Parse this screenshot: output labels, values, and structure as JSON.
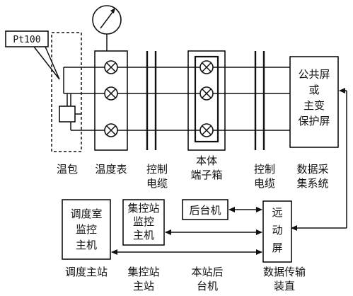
{
  "sensor": {
    "callout": "Pt100",
    "caption": "温包"
  },
  "meter": {
    "caption": "温度表"
  },
  "cable_left": {
    "caption_line1": "控制",
    "caption_line2": "电缆"
  },
  "terminal_box": {
    "caption_line1": "本体",
    "caption_line2": "端子箱"
  },
  "cable_right": {
    "caption_line1": "控制",
    "caption_line2": "电缆"
  },
  "protection_panel": {
    "line1": "公共屏",
    "line2": "或",
    "line3": "主变",
    "line4": "保护屏"
  },
  "data_acquisition": {
    "caption_line1": "数据采",
    "caption_line2": "集系统"
  },
  "dispatch_host": {
    "line1": "调度室",
    "line2": "监控",
    "line3": "主机",
    "caption": "调度主站"
  },
  "central_host": {
    "line1": "集控站",
    "line2": "监控",
    "line3": "主机",
    "caption_line1": "集控站",
    "caption_line2": "主站"
  },
  "backend": {
    "label": "后台机",
    "caption_line1": "本站后",
    "caption_line2": "台机"
  },
  "rtu": {
    "line1": "远",
    "line2": "动",
    "line3": "屏",
    "caption_line1": "数据传输",
    "caption_line2": "装直"
  }
}
